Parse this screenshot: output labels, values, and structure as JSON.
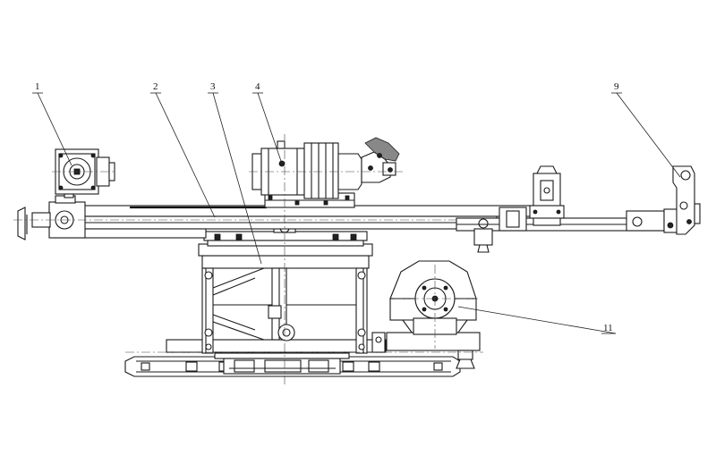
{
  "callouts": [
    {
      "id": "c1",
      "text": "1"
    },
    {
      "id": "c2",
      "text": "2"
    },
    {
      "id": "c3",
      "text": "3"
    },
    {
      "id": "c4",
      "text": "4"
    },
    {
      "id": "c9",
      "text": "9"
    },
    {
      "id": "c11",
      "text": "11"
    }
  ]
}
